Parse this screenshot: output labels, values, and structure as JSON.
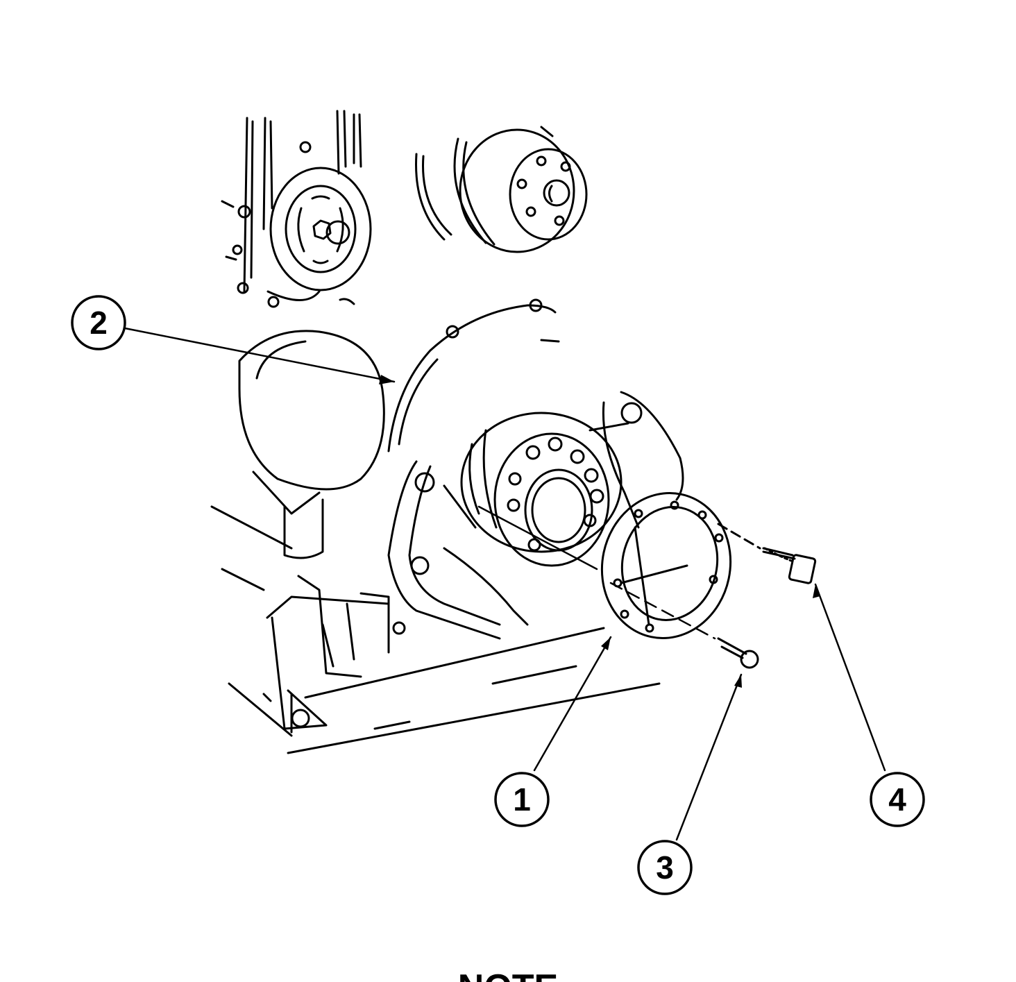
{
  "figure": {
    "callouts": [
      {
        "id": "1",
        "label": "1"
      },
      {
        "id": "2",
        "label": "2"
      },
      {
        "id": "3",
        "label": "3"
      },
      {
        "id": "4",
        "label": "4"
      }
    ],
    "bottom_text": "NOTE"
  },
  "colors": {
    "ink": "#000000",
    "background": "#ffffff"
  }
}
